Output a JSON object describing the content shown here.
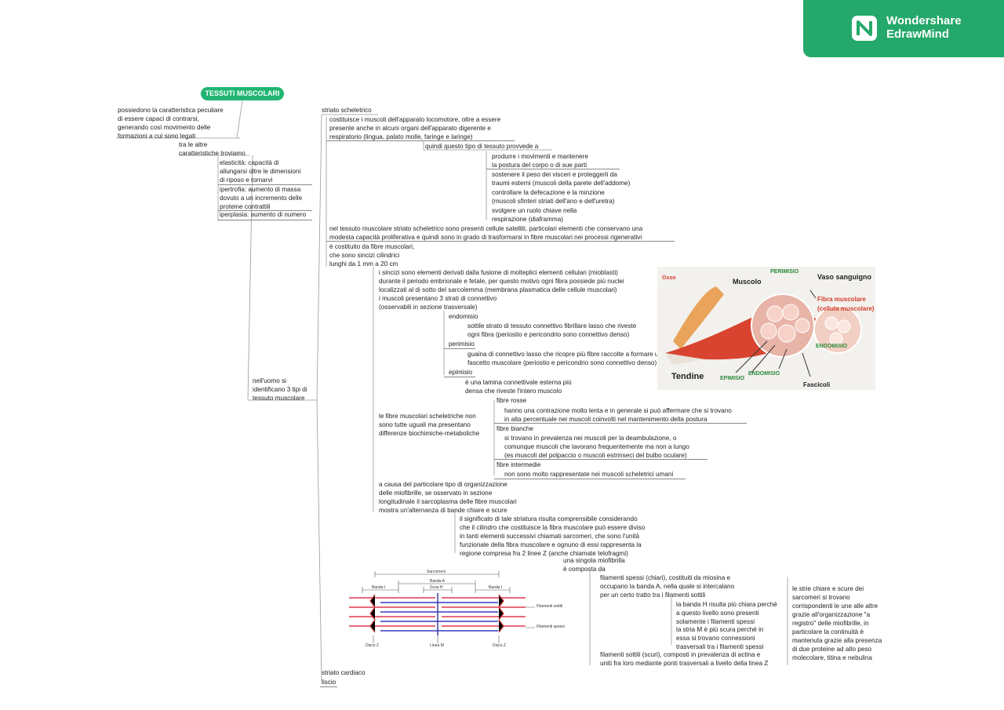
{
  "brand": {
    "line1": "Wondershare",
    "line2": "EdrawMind",
    "color": "#25a86b"
  },
  "root": "TESSUTI MUSCOLARI",
  "left": {
    "capaci": "possiedono la caratteristica peculiare\ndi essere capaci di contrarsi,\ngenerando così movimento delle\nformazioni a cui sono legati",
    "tra": "tra le altre\ncaratteristiche troviamo",
    "elasticita": "elasticità: capacità di\nallungarsi oltre le dimensioni\ndi riposo e tornarvi",
    "ipertrofia": "ipertrofia: aumento di massa\ndovuto a un incremento delle\nproteine contrattili",
    "iperplasia": "iperplasia: aumento di numero",
    "uomo": "nell'uomo si\nidentificano 3 tipi di\ntessuto muscolare"
  },
  "striato": {
    "title": "striato scheletrico",
    "costituisce": "costituisce i muscoli dell'apparato locomotore, oltre a essere\npresente anche in alcuni organi dell'apparato digerente e\nrespiratorio (lingua, palato molle, faringe e laringe)",
    "quindi": "quindi questo tipo di tessuto provvede a",
    "produrre": "produrre i movimenti e mantenere\nla postura del corpo o di sue parti",
    "sostenere": "sostenere il peso dei visceri e proteggerli da\ntraumi esterni (muscoli della parete dell'addome)",
    "controllare": "controllare la defecazione e la minzione\n(muscoli sfinteri striati dell'ano e dell'uretra)",
    "svolgere": "svolgere un ruolo chiave nella\nrespirazione (diaframma)",
    "satelliti": "nel tessuto muscolare striato scheletrico sono presenti cellule satelliti, particolari elementi che conservano una\nmodesta capacità proliferativa e quindi sono in grado di trasformarsi in fibre muscolari nei processi rigenerativi",
    "costituito": "è costituito da fibre muscolari,\nche sono sincizi cilindrici\nlunghi da 1 mm a 20 cm",
    "sincizi": "i sincizi sono elementi derivati dalla fusione di molteplici elementi cellulari (mioblasti)\ndurante il periodo embrionale e fetale, per questo motivo ogni fibra possiede più nuclei\nlocalizzati al di sotto del sarcolemma (membrana plasmatica delle cellule muscolari)",
    "strati": "i muscoli presentano 3 strati di connettivo\n(osservabili in sezione trasversale)",
    "endomisio": "endomisio",
    "endomisio_desc": "sottile strato di tessuto connettivo fibrillare lasso che riveste\nogni fibra (periostio e pericondrio sono connettivo denso)",
    "perimisio": "perimisio",
    "perimisio_desc": "guaina di connettivo lasso che ricopre più fibre raccolte a formare un\nfascetto muscolare (periostio e pericondrio sono connettivo denso)",
    "epimisio": "epimisio",
    "epimisio_desc": "è una lamina connettivale esterna più\ndensa che riveste l'intero muscolo",
    "fibre": "le fibre muscolari scheletriche non\nsono tutte uguali ma presentano\ndifferenze biochimiche-metaboliche",
    "rosse": "fibre rosse",
    "rosse_desc": "hanno una contrazione molto lenta e in generale si può affermare che si trovano\nin alta percentuale nei muscoli coinvolti nel mantenimento della postura",
    "bianche": "fibre bianche",
    "bianche_desc": "si trovano in prevalenza nei muscoli per la deambulazione, o\ncomunque muscoli che lavorano frequentemente ma non a lungo\n(es muscoli del polpaccio o muscoli estrinseci del bulbo oculare)",
    "intermedie": "fibre intermedie",
    "intermedie_desc": "non sono molto rappresentate nei muscoli scheletrici umani",
    "causa": "a causa del particolare tipo di organizzazione\ndelle miofibrille, se osservato in sezione\nlongitudinale il sarcoplasma delle fibre muscolari\nmostra un'alternanza di bande chiare e scure",
    "significato": "il significato di tale striatura risulta comprensibile considerando\nche il cilindro che costituisce la fibra muscolare può essere diviso\nin tanti elementi successivi chiamati sarcomeri, che sono l'unità\nfunzionale della fibra muscolare e ognuno di essi rappresenta la\nregione compresa fra 2 linee Z (anche chiamate telofragmi)",
    "miofibrilla": "una singola miofibrilla\nè composta da",
    "spessi": "filamenti spessi (chiari), costituiti da miosina e\noccupano la banda A, nella quale si intercalano\nper un certo tratto tra i filamenti sottili",
    "bandaH": "la banda H risulta più chiara perché\na questo livello sono presenti\nsolamente i filamenti spessi",
    "striaM": "la stria M è più scura perché in\nessa si trovano connessioni\ntrasversali tra i filamenti spessi",
    "sottili": "filamenti sottili (scuri), composti in prevalenza di actina e\nuniti fra loro mediante ponti trasversali a livello della linea Z",
    "strie": "le strie chiare e scure dei\nsarcomeri si trovano\ncorrispondenti le une alle altre\ngrazie all'organizzazione \"a\nregistro\" delle miofibrille, in\nparticolare la continuità è\nmantenuta grazie alla presenza\ndi due proteine ad alto peso\nmolecolare, titina e nebulina"
  },
  "other_types": {
    "cardiaco": "striato cardiaco",
    "liscio": "liscio"
  },
  "muscle_image": {
    "osso": "Osso",
    "muscolo": "Muscolo",
    "perimisio": "PERIMISIO",
    "vaso": "Vaso sanguigno",
    "fibra": "Fibra muscolare\n(cellula muscolare)",
    "endomisio": "ENDOMISIO",
    "tendine": "Tendine",
    "epimisio": "EPIMISIO",
    "endomisio2": "ENDOMISIO",
    "fascicoli": "Fascicoli"
  },
  "sarcomere_image": {
    "sarcomero": "Sarcomero",
    "bandaA": "Banda A",
    "bandaI1": "Banda I",
    "zonaH": "Zona H",
    "bandaI2": "Banda I",
    "fsottili": "Filamenti sottili",
    "fspessi": "Filamenti spessi",
    "discoZ1": "Disco Z",
    "lineaM": "Linea M",
    "discoZ2": "Disco Z"
  }
}
